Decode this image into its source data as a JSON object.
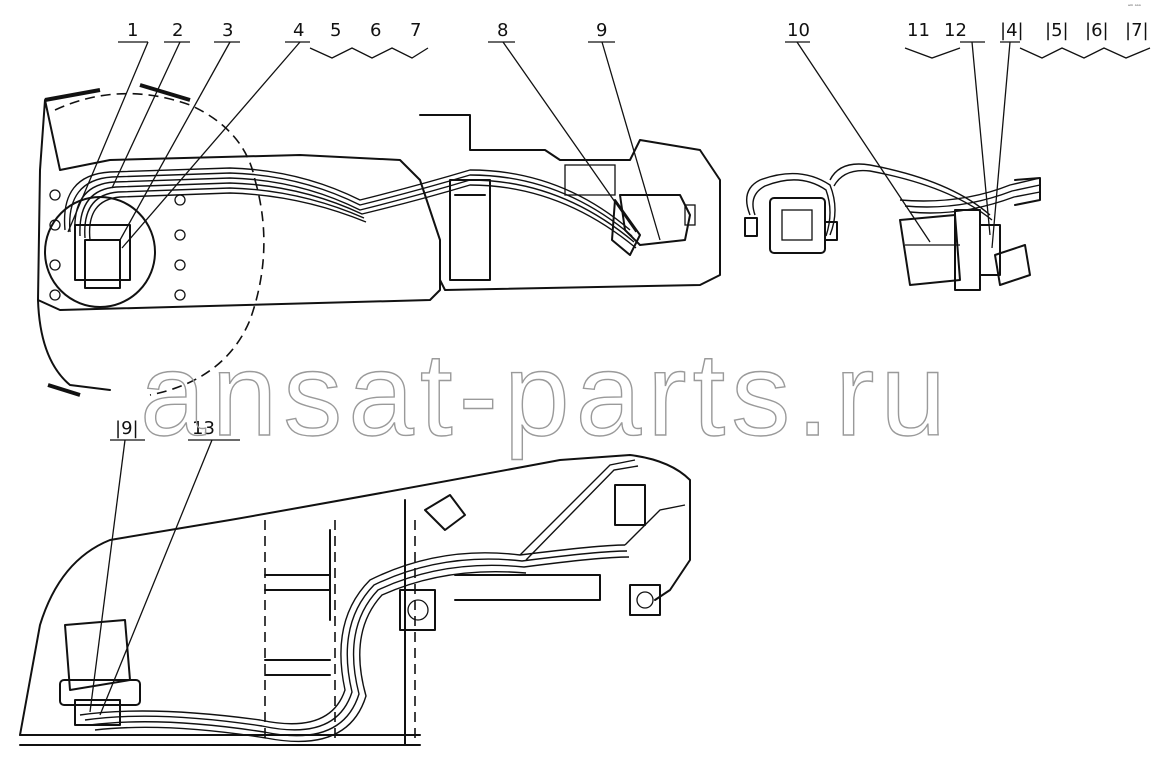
{
  "watermark": "ansat-parts.ru",
  "corner_code": "ᵘᵐ ᵒᵒᵒ",
  "callouts": {
    "c1": "1",
    "c2": "2",
    "c3": "3",
    "c4": "4",
    "c5": "5",
    "c6": "6",
    "c7": "7",
    "c8": "8",
    "c9": "9",
    "c10": "10",
    "c11": "11",
    "c12": "12",
    "c13": "13",
    "c14": "|4|",
    "c15": "|5|",
    "c16": "|6|",
    "c17": "|7|",
    "c19": "|9|"
  }
}
